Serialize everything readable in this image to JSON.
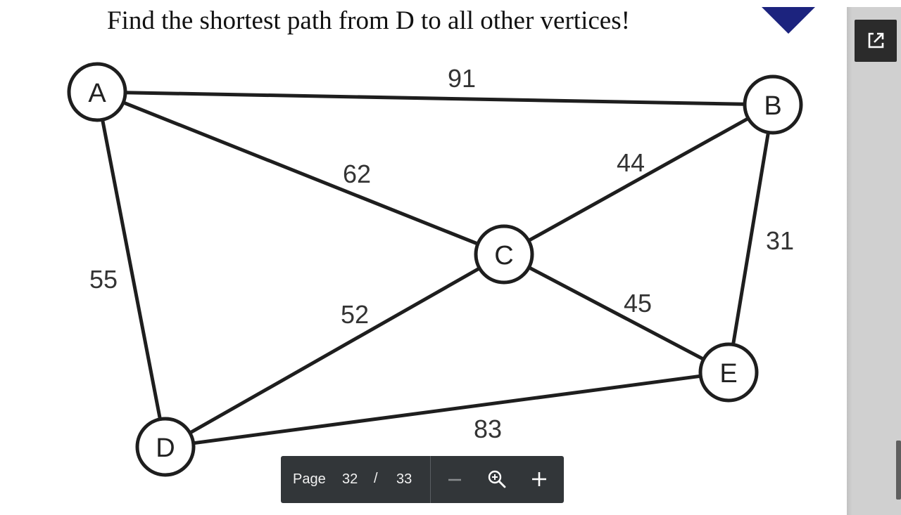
{
  "slide": {
    "title": "Find the shortest path from D to all other vertices!"
  },
  "graph": {
    "vertices": [
      "A",
      "B",
      "C",
      "D",
      "E"
    ],
    "edges": [
      {
        "from": "A",
        "to": "B",
        "weight": "91"
      },
      {
        "from": "A",
        "to": "C",
        "weight": "62"
      },
      {
        "from": "A",
        "to": "D",
        "weight": "55"
      },
      {
        "from": "B",
        "to": "C",
        "weight": "44"
      },
      {
        "from": "B",
        "to": "E",
        "weight": "31"
      },
      {
        "from": "C",
        "to": "D",
        "weight": "52"
      },
      {
        "from": "C",
        "to": "E",
        "weight": "45"
      },
      {
        "from": "D",
        "to": "E",
        "weight": "83"
      }
    ]
  },
  "pager": {
    "page_label": "Page",
    "current_page": "32",
    "separator": "/",
    "total_pages": "33"
  },
  "icons": {
    "zoom_out": "minus-icon",
    "zoom_fit": "magnifier-plus-icon",
    "zoom_in": "plus-icon",
    "open_external": "open-in-new-icon"
  },
  "colors": {
    "accent": "#1c237e",
    "pager_bg": "#323639",
    "panel_bg": "#d0d0d0"
  }
}
